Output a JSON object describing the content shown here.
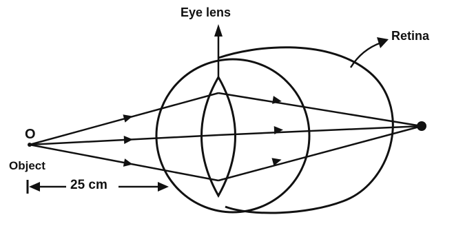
{
  "labels": {
    "eye_lens": "Eye lens",
    "retina": "Retina",
    "point": "O",
    "object": "Object",
    "distance": "25 cm"
  },
  "colors": {
    "ink": "#111111",
    "background": "#ffffff"
  }
}
